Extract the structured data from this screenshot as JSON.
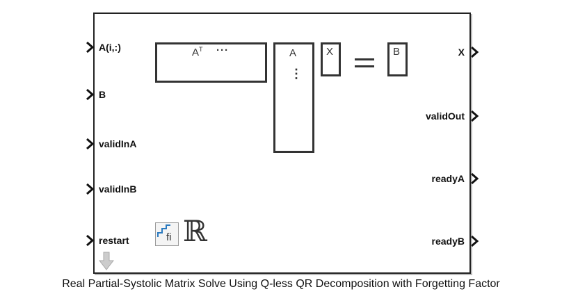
{
  "block": {
    "caption": "Real Partial-Systolic Matrix Solve Using Q-less QR Decomposition with Forgetting Factor",
    "inputs": [
      "A(i,:)",
      "B",
      "validInA",
      "validInB",
      "restart"
    ],
    "outputs": [
      "X",
      "validOut",
      "readyA",
      "readyB"
    ],
    "icon": {
      "at_label": "A",
      "at_sup": "T",
      "hdots": "···",
      "a_label": "A",
      "vdots": "⋮",
      "x_label": "X",
      "b_label": "B",
      "fi_text": "fi",
      "real_symbol": "ℝ"
    }
  }
}
